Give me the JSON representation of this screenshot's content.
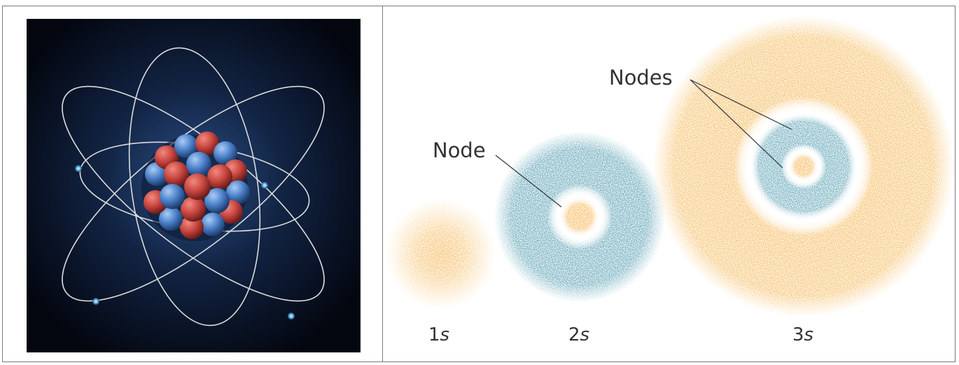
{
  "atom_illustration": {
    "nucleus_colors": {
      "proton": "#c8453f",
      "neutron": "#4a7fc8"
    },
    "orbit_color": "#dcdcdc",
    "background_color": "#050a1c",
    "electron_color": "#6fb7e6"
  },
  "orbitals_diagram": {
    "labels": {
      "node_single": "Node",
      "nodes_plural": "Nodes",
      "orbital_1s_prefix": "1",
      "orbital_2s_prefix": "2",
      "orbital_3s_prefix": "3",
      "orbital_suffix": "s"
    },
    "colors": {
      "orange": "#f5a52a",
      "teal": "#1f7f99"
    }
  }
}
